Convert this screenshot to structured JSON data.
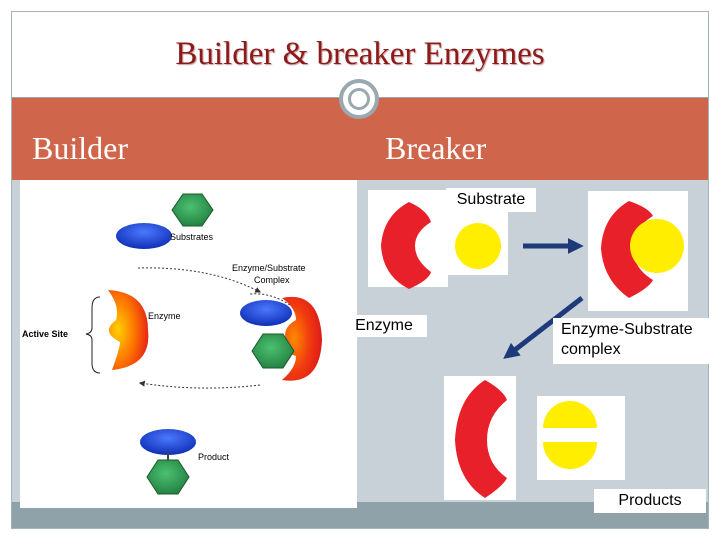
{
  "slide": {
    "title": "Builder & breaker Enzymes",
    "left_heading": "Builder",
    "right_heading": "Breaker"
  },
  "builder_diagram": {
    "substrates_label": "Substrates",
    "complex_label_line1": "Enzyme/Substrate",
    "complex_label_line2": "Complex",
    "enzyme_label": "Enzyme",
    "active_site_label": "Active Site",
    "product_label": "Product"
  },
  "breaker_diagram": {
    "substrate_label": "Substrate",
    "enzyme_label": "Enzyme",
    "complex_label_line1": "Enzyme-Substrate",
    "complex_label_line2": "complex",
    "products_label": "Products"
  },
  "colors": {
    "title": "#8b1a1a",
    "heading_band": "#cf654a",
    "content_background": "#c8d0d8",
    "footer": "#8fa1a9",
    "enzyme_red": "#e8202a",
    "substrate_yellow": "#ffee00",
    "substrate_blue": "#1c3fd6",
    "substrate_green": "#2f9a52",
    "arrow_navy": "#1f3a7a"
  }
}
